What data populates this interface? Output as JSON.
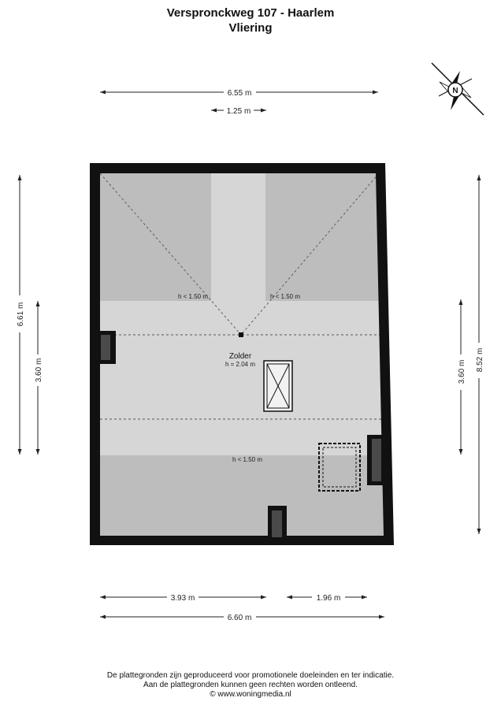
{
  "header": {
    "title": "Verspronckweg 107 - Haarlem",
    "subtitle": "Vliering"
  },
  "dimensions": {
    "top_overall": "6.55 m",
    "top_inner": "1.25 m",
    "left_overall": "6.61 m",
    "left_inner": "3.60 m",
    "right_overall": "8.52 m",
    "right_inner": "3.60 m",
    "bottom_left": "3.93 m",
    "bottom_right": "1.96 m",
    "bottom_overall": "6.60 m"
  },
  "rooms": {
    "name": "Zolder",
    "height": "h = 2.04 m",
    "low_left": "h < 1.50 m",
    "low_right": "h < 1.50 m",
    "low_bottom": "h < 1.50 m"
  },
  "compass": {
    "label": "N",
    "icon": "compass-north-icon"
  },
  "colors": {
    "wall": "#111111",
    "room_light": "#d6d6d6",
    "room_dark": "#bdbdbd",
    "window": "#4a4a4a"
  },
  "footer": {
    "line1": "De plattegronden zijn geproduceerd voor promotionele doeleinden en ter indicatie.",
    "line2": "Aan de plattegronden kunnen geen rechten worden ontleend.",
    "line3": "© www.woningmedia.nl"
  }
}
